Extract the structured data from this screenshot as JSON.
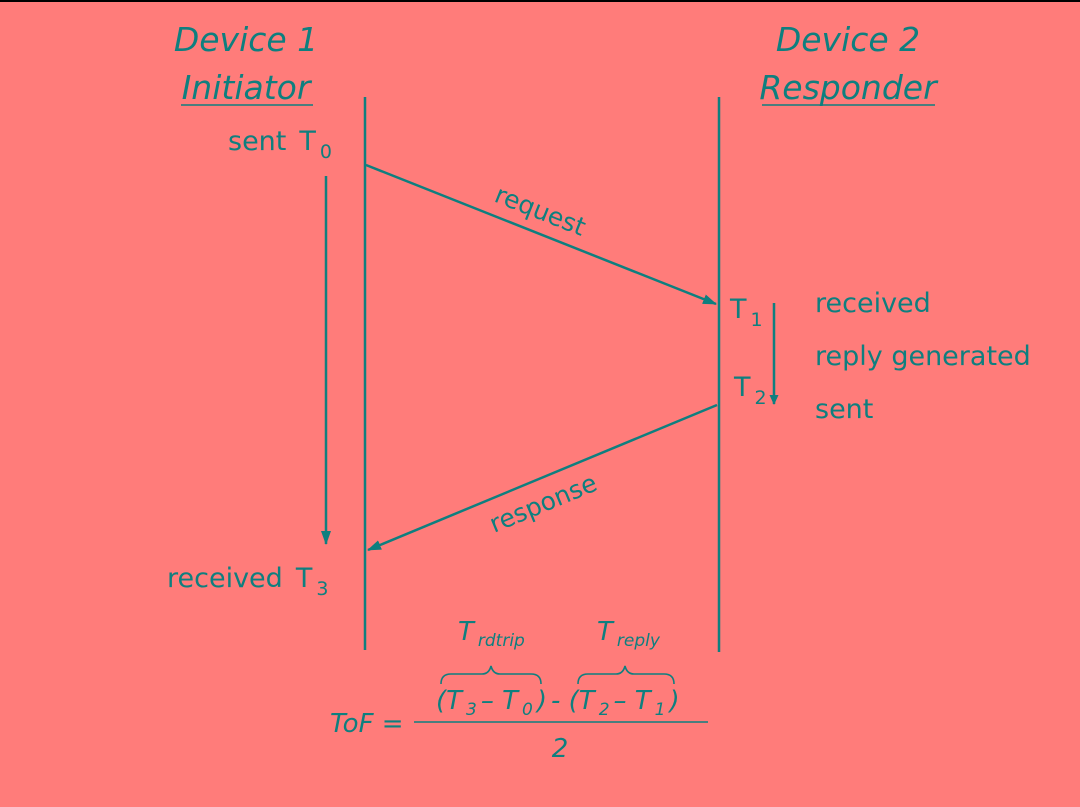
{
  "colors": {
    "background": "#FF7C7A",
    "ink": "#0E7F7F",
    "top_border": "#000000"
  },
  "device1": {
    "title": "Device 1",
    "role": "Initiator"
  },
  "device2": {
    "title": "Device 2",
    "role": "Responder"
  },
  "events": {
    "sent_t0": {
      "label": "sent",
      "symbol": "T",
      "sub": "0"
    },
    "received_t3": {
      "label": "received",
      "symbol": "T",
      "sub": "3"
    },
    "t1": {
      "symbol": "T",
      "sub": "1"
    },
    "t2": {
      "symbol": "T",
      "sub": "2"
    }
  },
  "responder_steps": [
    "received",
    "reply generated",
    "sent"
  ],
  "messages": {
    "request": "request",
    "response": "response"
  },
  "formula": {
    "lhs": "ToF =",
    "brace_left": {
      "symbol": "T",
      "sub": "rdtrip"
    },
    "brace_right": {
      "symbol": "T",
      "sub": "reply"
    },
    "term_left": {
      "open": "(T",
      "a_sub": "3",
      "minus": " – T",
      "b_sub": "0",
      "close": ")"
    },
    "operator": " - ",
    "term_right": {
      "open": "(T",
      "a_sub": "2",
      "minus": " – T",
      "b_sub": "1",
      "close": ")"
    },
    "denominator": "2"
  }
}
